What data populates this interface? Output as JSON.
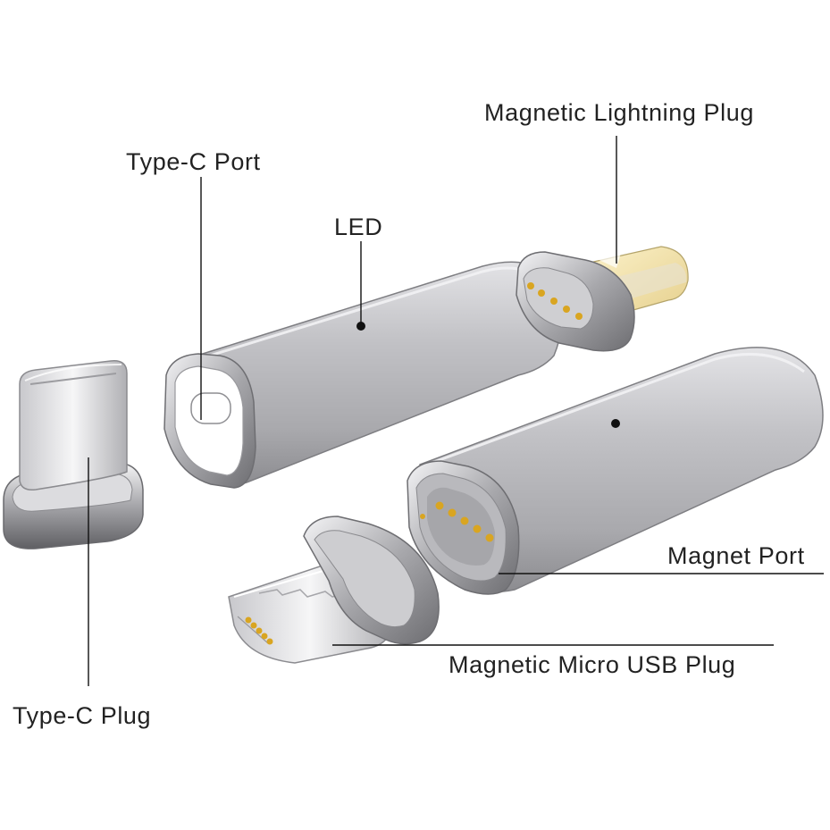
{
  "labels": {
    "type_c_port": "Type-C Port",
    "led": "LED",
    "magnetic_lightning_plug": "Magnetic Lightning Plug",
    "magnet_port": "Magnet Port",
    "magnetic_micro_usb_plug": "Magnetic Micro USB Plug",
    "type_c_plug": "Type-C Plug"
  },
  "colors": {
    "background": "#ffffff",
    "label_text": "#222222",
    "leader_line": "#111111",
    "aluminum": "#b9b9bc",
    "aluminum_dark": "#8e8e92",
    "gold_pin": "#d9a521",
    "lightning_tip": "#f3e6b8",
    "led_dot": "#111111"
  }
}
